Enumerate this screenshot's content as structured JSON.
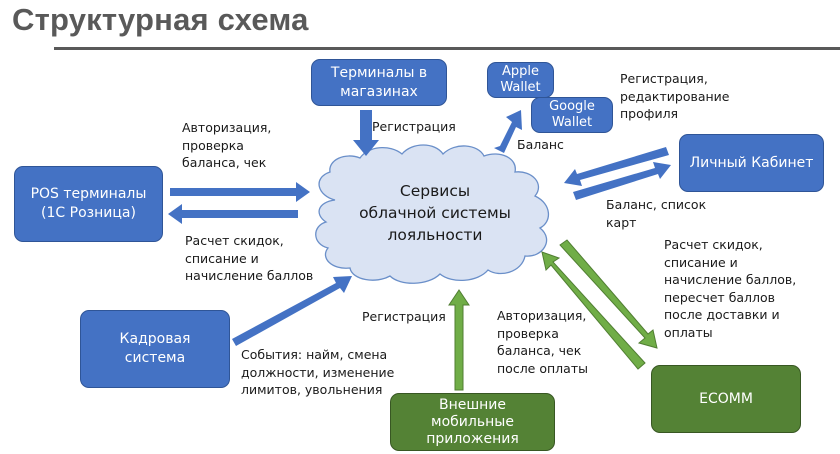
{
  "title": "Структурная схема",
  "colors": {
    "blue": "#4472c4",
    "green": "#548235",
    "cloud_fill": "#dae3f3",
    "cloud_stroke": "#6a8fc9",
    "title": "#595959"
  },
  "center": {
    "label": "Сервисы\nоблачной системы\nлояльности"
  },
  "nodes": {
    "terminals": "Терминалы в\nмагазинах",
    "apple_wallet": "Apple\nWallet",
    "google_wallet": "Google\nWallet",
    "pos": "POS терминалы\n(1С Розница)",
    "cabinet": "Личный Кабинет",
    "hr": "Кадровая\nсистема",
    "mobile": "Внешние\nмобильные\nприложения",
    "ecomm": "ECOMM"
  },
  "labels": {
    "terminals_reg": "Регистрация",
    "wallet_balance": "Баланс",
    "cabinet_in": "Регистрация,\nредактирование\nпрофиля",
    "cabinet_out": "Баланс, список\nкарт",
    "pos_in": "Авторизация,\nпроверка\nбаланса, чек",
    "pos_out": "Расчет скидок,\nсписание и\nначисление баллов",
    "hr_events": "События: найм, смена\nдолжности, изменение\nлимитов, увольнения",
    "mobile_reg": "Регистрация",
    "ecomm_in": "Авторизация,\nпроверка\nбаланса, чек\nпосле оплаты",
    "ecomm_out": "Расчет скидок,\nсписание и\nначисление баллов,\nпересчет баллов\nпосле доставки и\nоплаты"
  }
}
